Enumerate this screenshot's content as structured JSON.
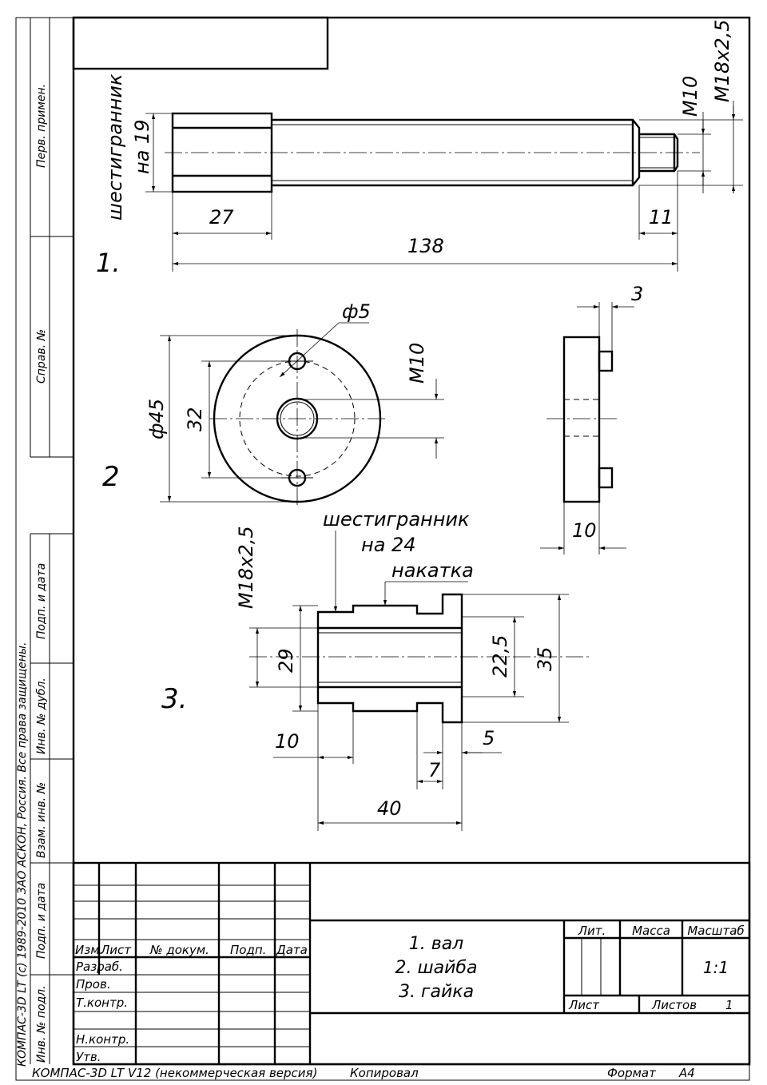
{
  "sheet": {
    "frame_columns": {
      "perv_primen": "Перв. примен.",
      "sprav_no": "Справ. №",
      "podp_data_top": "Подп. и дата",
      "inv_no_dubl": "Инв. № дубл.",
      "vzam_inv_no": "Взам. инв. №",
      "podp_data_bottom": "Подп. и дата",
      "inv_no_podl": "Инв. № подл."
    },
    "copyright": "КОМПАС-3D LT (c) 1989-2010 ЗАО АСКОН, Россия. Все права защищены.",
    "footer": {
      "software": "КОМПАС-3D LT V12 (некоммерческая версия)",
      "copied": "Копировал",
      "format_label": "Формат",
      "format_value": "A4"
    }
  },
  "title_block": {
    "headers": {
      "izm": "Изм.",
      "list": "Лист",
      "doc_no": "№ докум.",
      "podp": "Подп.",
      "data": "Дата"
    },
    "roles": {
      "razrab": "Разраб.",
      "prov": "Пров.",
      "tkontr": "Т.контр.",
      "nkontr": "Н.контр.",
      "utv": "Утв."
    },
    "name_lines": [
      "1. вал",
      "2. шайба",
      "3. гайка"
    ],
    "lit": "Лит.",
    "massa": "Масса",
    "masshtab": "Масштаб",
    "scale_value": "1:1",
    "list_label": "Лист",
    "listov_label": "Листов",
    "listov_value": "1"
  },
  "part1": {
    "number": "1.",
    "hex_note_line1": "шестигранник",
    "hex_note_line2": "на 19",
    "dim_hex_length": "27",
    "dim_total_length": "138",
    "dim_thread_length": "11",
    "thread_small": "M10",
    "thread_large": "M18x2,5"
  },
  "part2": {
    "number": "2",
    "dim_outer_dia": "ф45",
    "dim_bolt_circle": "32",
    "dim_hole_dia": "ф5",
    "thread_center": "M10",
    "dim_pin_length": "3",
    "dim_thickness": "10"
  },
  "part3": {
    "number": "3.",
    "hex_note_line1": "шестигранник",
    "hex_note_line2": "на 24",
    "knurl_note": "накатка",
    "thread_label": "M18x2,5",
    "dim_29": "29",
    "dim_22_5": "22,5",
    "dim_35": "35",
    "dim_10": "10",
    "dim_5": "5",
    "dim_7": "7",
    "dim_40": "40"
  }
}
